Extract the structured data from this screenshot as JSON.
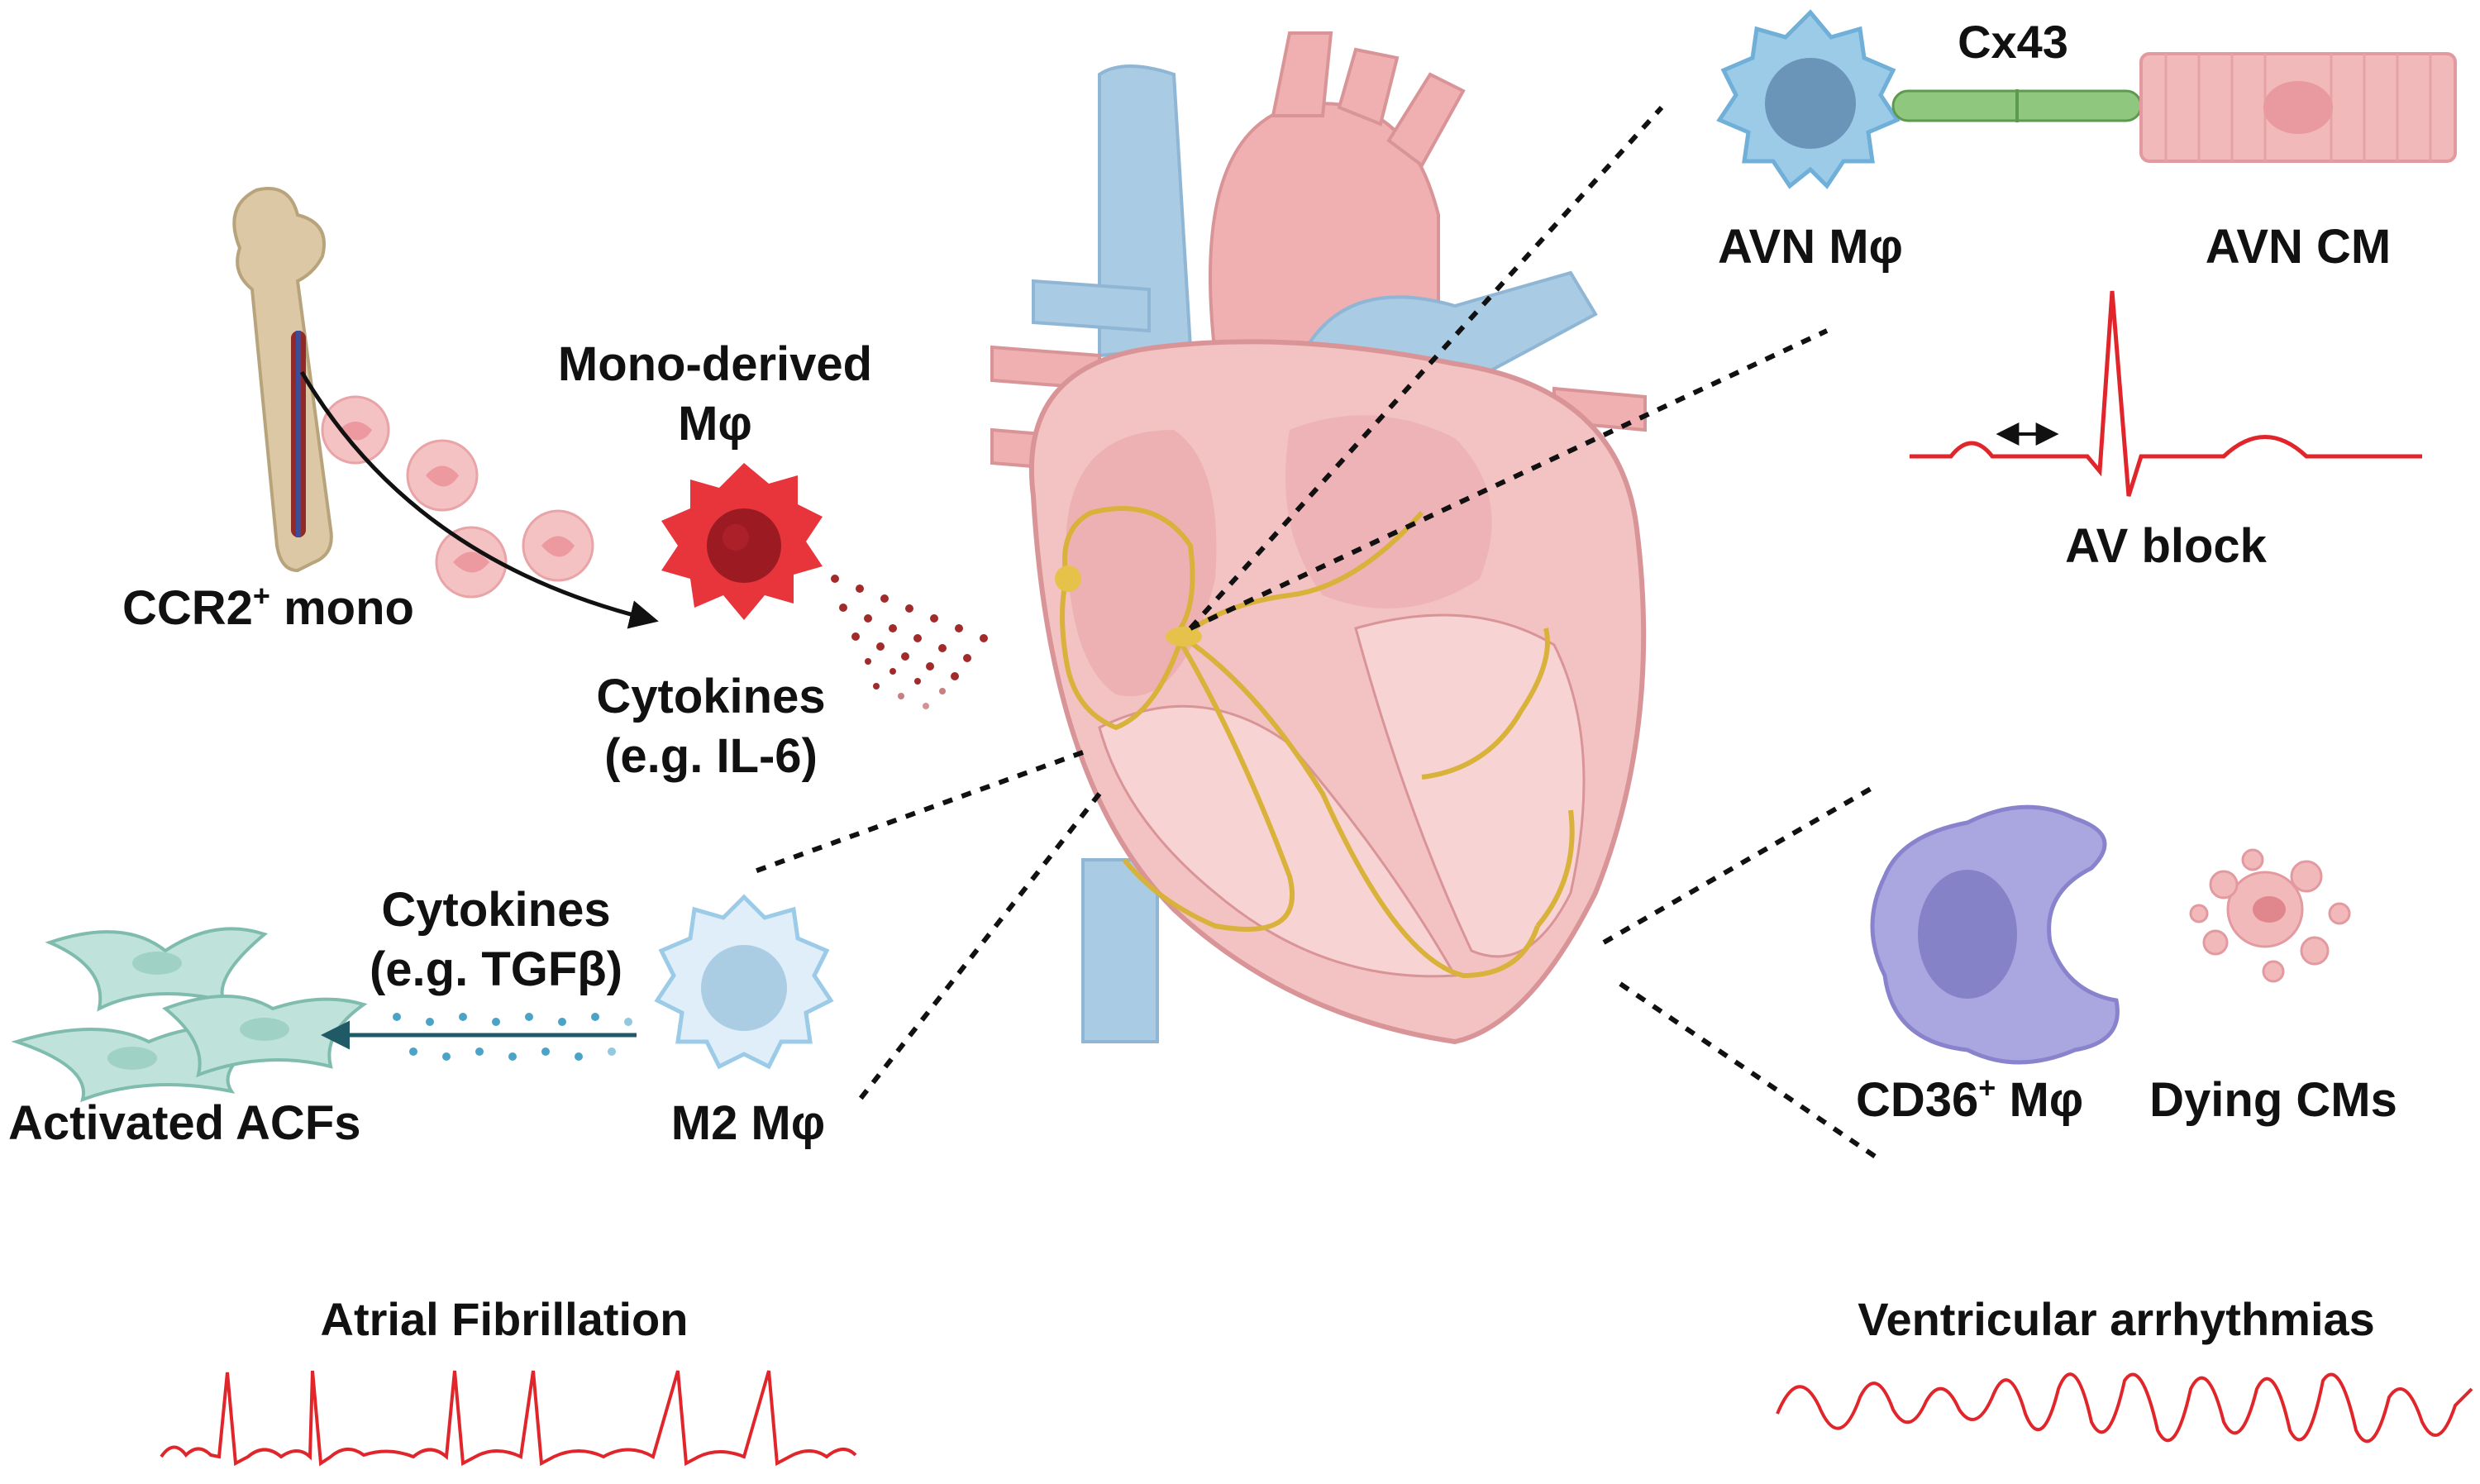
{
  "labels": {
    "ccr2_mono": "CCR2",
    "ccr2_sup": "+",
    "ccr2_suffix": " mono",
    "mono_derived_line1": "Mono-derived",
    "mono_derived_line2": "Mφ",
    "cytokines_il6_line1": "Cytokines",
    "cytokines_il6_line2": "(e.g. IL-6)",
    "cytokines_tgfb_line1": "Cytokines",
    "cytokines_tgfb_line2": "(e.g. TGFβ)",
    "activated_acfs": "Activated ACFs",
    "m2_mphi": "M2 Mφ",
    "cx43": "Cx43",
    "avn_mphi": "AVN Mφ",
    "avn_cm": "AVN CM",
    "av_block": "AV block",
    "cd36_mphi_prefix": "CD36",
    "cd36_sup": "+",
    "cd36_suffix": " Mφ",
    "dying_cms": "Dying CMs",
    "atrial_fibrillation": "Atrial Fibrillation",
    "ventricular_arrhythmias": "Ventricular arrhythmias"
  },
  "colors": {
    "ecg_red": "#e0262b",
    "mono_red": "#e8343b",
    "m2_blue": "#cfe3f2",
    "avn_blue": "#9ccbe8",
    "cd36_purple": "#a9a6e0",
    "fibroblast_teal": "#bfe3da",
    "heart_pink": "#f1b7b7",
    "vessel_blue": "#a9cbe4",
    "conduction_gold": "#d8b23a"
  },
  "icons": [
    "bone-icon",
    "monocyte-icon",
    "macrophage-icon",
    "fibroblast-icon",
    "cardiomyocyte-icon",
    "heart-icon",
    "ecg-trace-icon",
    "double-arrow-icon"
  ]
}
